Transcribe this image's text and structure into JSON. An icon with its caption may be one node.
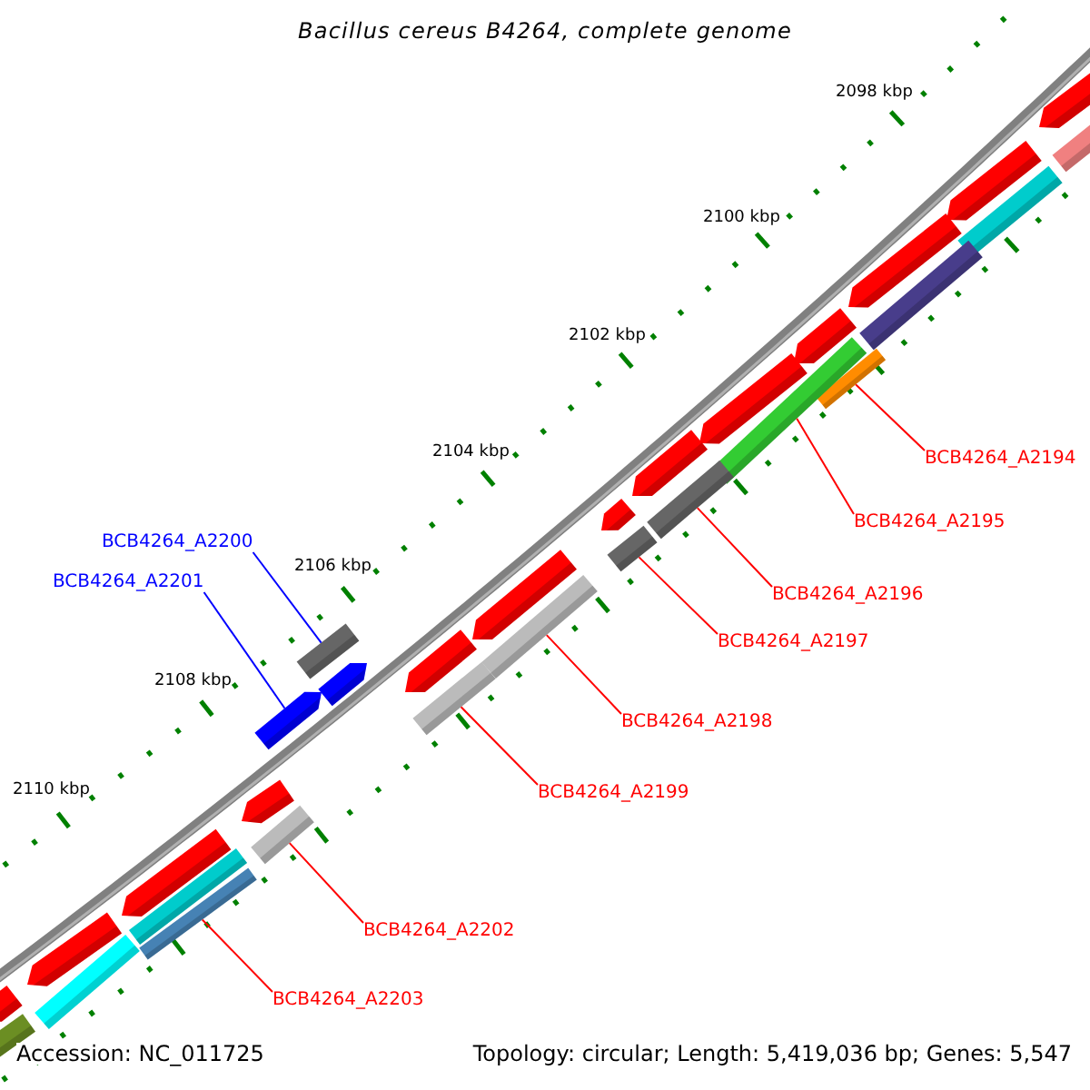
{
  "diagram": {
    "title": "Bacillus cereus B4264, complete genome",
    "nodes": [
      {
        "text": [
          "BCB4264_A2194"
        ]
      },
      {
        "text": [
          "BCB4264_A2195"
        ]
      },
      {
        "text": [
          "BCB4264_A2196"
        ]
      },
      {
        "text": [
          "BCB4264_A2197"
        ]
      },
      {
        "text": [
          "BCB4264_A2198"
        ]
      },
      {
        "text": [
          "BCB4264_A2199"
        ]
      },
      {
        "text": [
          "BCB4264_A2200"
        ]
      },
      {
        "text": [
          "BCB4264_A2201"
        ]
      },
      {
        "text": [
          "BCB4264_A2202"
        ]
      },
      {
        "text": [
          "BCB4264_A2203"
        ]
      },
      {
        "text": [],
        "shape": "bar"
      },
      {
        "text": [],
        "shape": "bar"
      },
      {
        "text": [],
        "shape": "bar"
      },
      {
        "text": [],
        "shape": "bar"
      },
      {
        "text": [],
        "shape": "bar"
      },
      {
        "text": [],
        "shape": "bar"
      },
      {
        "text": [],
        "shape": "bar"
      },
      {
        "text": [],
        "shape": "bar"
      },
      {
        "text": [],
        "shape": "bar"
      },
      {
        "text": [],
        "shape": "bar"
      }
    ],
    "edges": [
      {
        "from": 0,
        "to": 10,
        "arrow": "none"
      },
      {
        "from": 1,
        "to": 11,
        "arrow": "none"
      },
      {
        "from": 2,
        "to": 12,
        "arrow": "none"
      },
      {
        "from": 3,
        "to": 13,
        "arrow": "none"
      },
      {
        "from": 4,
        "to": 14,
        "arrow": "none"
      },
      {
        "from": 5,
        "to": 15,
        "arrow": "none"
      },
      {
        "from": 6,
        "to": 16,
        "arrow": "none",
        "color": "#0000ff"
      },
      {
        "from": 7,
        "to": 17,
        "arrow": "none",
        "color": "#0000ff"
      },
      {
        "from": 8,
        "to": 18,
        "arrow": "none"
      },
      {
        "from": 9,
        "to": 19,
        "arrow": "none"
      }
    ],
    "labels": [
      "2098 kbp",
      "2100 kbp",
      "2102 kbp",
      "2104 kbp",
      "2106 kbp",
      "2108 kbp",
      "2110 kbp",
      "Accession: NC_011725",
      "Topology: circular; Length: 5,419,036 bp; Genes: 5,547"
    ]
  }
}
